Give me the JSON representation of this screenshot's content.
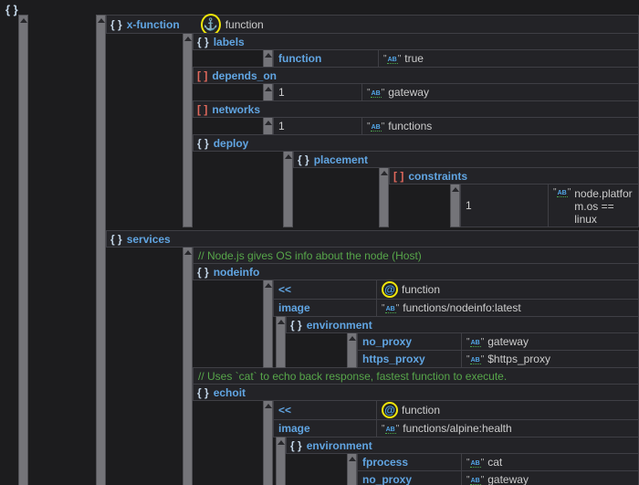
{
  "root_label": "{ }",
  "icons": {
    "object": "{ }",
    "array": "[ ]",
    "anchor": "⚓",
    "alias": "@",
    "string_type": "AB"
  },
  "x_function": {
    "name": "x-function",
    "anchor_name": "function",
    "labels": {
      "name": "labels",
      "rows": [
        {
          "key": "function",
          "value": "true"
        }
      ]
    },
    "depends_on": {
      "name": "depends_on",
      "rows": [
        {
          "key": "1",
          "value": "gateway"
        }
      ]
    },
    "networks": {
      "name": "networks",
      "rows": [
        {
          "key": "1",
          "value": "functions"
        }
      ]
    },
    "deploy": {
      "name": "deploy",
      "placement": {
        "name": "placement",
        "constraints": {
          "name": "constraints",
          "rows": [
            {
              "key": "1",
              "value": "node.platform.os == linux"
            }
          ]
        }
      }
    }
  },
  "services": {
    "name": "services",
    "comment_nodeinfo": "// Node.js gives OS info about the node (Host)",
    "nodeinfo": {
      "name": "nodeinfo",
      "merge_key": "<<",
      "merge_value": "function",
      "image_key": "image",
      "image_value": "functions/nodeinfo:latest",
      "environment": {
        "name": "environment",
        "rows": [
          {
            "key": "no_proxy",
            "value": "gateway"
          },
          {
            "key": "https_proxy",
            "value": "$https_proxy"
          }
        ]
      }
    },
    "comment_echoit": "// Uses `cat` to echo back response, fastest function to execute.",
    "echoit": {
      "name": "echoit",
      "merge_key": "<<",
      "merge_value": "function",
      "image_key": "image",
      "image_value": "functions/alpine:health",
      "environment": {
        "name": "environment",
        "rows": [
          {
            "key": "fprocess",
            "value": "cat"
          },
          {
            "key": "no_proxy",
            "value": "gateway"
          }
        ]
      }
    }
  }
}
